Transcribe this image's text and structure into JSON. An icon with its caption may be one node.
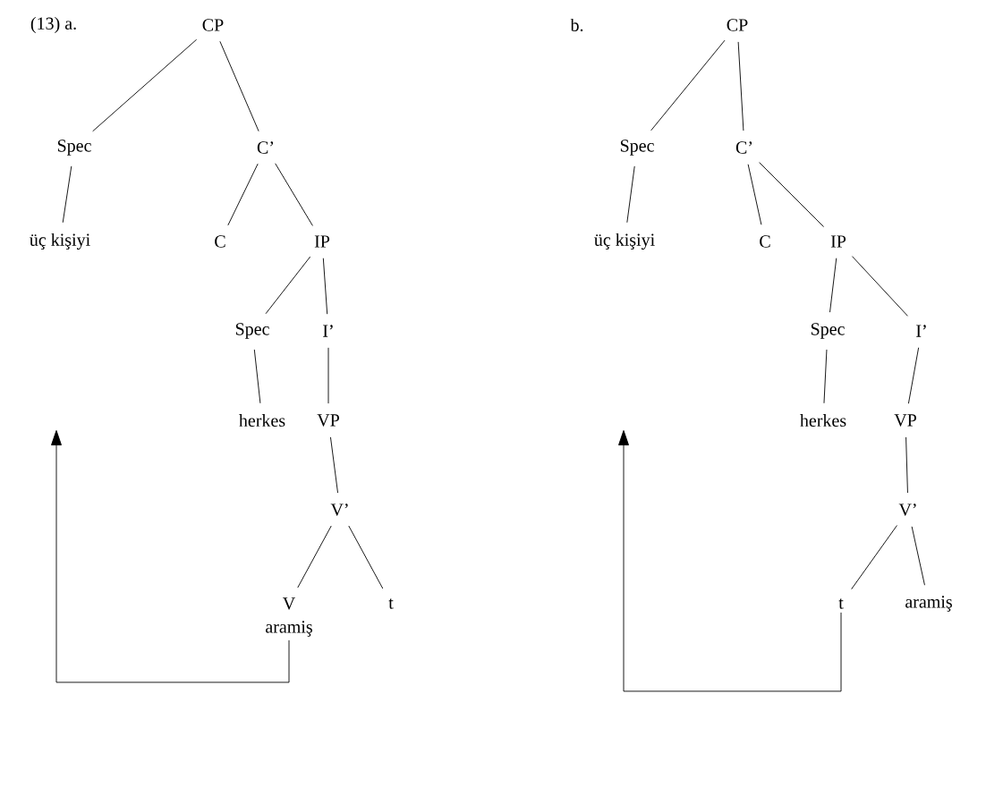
{
  "diagram": {
    "nodes": [
      {
        "text": [
          "CP"
        ]
      },
      {
        "text": [
          "Spec"
        ]
      },
      {
        "text": [
          "C’"
        ]
      },
      {
        "text": [
          "üç kişiyi"
        ]
      },
      {
        "text": [
          "C"
        ]
      },
      {
        "text": [
          "IP"
        ]
      },
      {
        "text": [
          "Spec"
        ]
      },
      {
        "text": [
          "I’"
        ]
      },
      {
        "text": [
          "herkes"
        ]
      },
      {
        "text": [
          "VP"
        ]
      },
      {
        "text": [
          "V’"
        ]
      },
      {
        "text": [
          "V"
        ]
      },
      {
        "text": [
          "t"
        ]
      },
      {
        "text": [
          "aramiş"
        ]
      },
      {
        "text": [
          "CP"
        ]
      },
      {
        "text": [
          "Spec"
        ]
      },
      {
        "text": [
          "C’"
        ]
      },
      {
        "text": [
          "üç kişiyi"
        ]
      },
      {
        "text": [
          "C"
        ]
      },
      {
        "text": [
          "IP"
        ]
      },
      {
        "text": [
          "Spec"
        ]
      },
      {
        "text": [
          "I’"
        ]
      },
      {
        "text": [
          "herkes"
        ]
      },
      {
        "text": [
          "VP"
        ]
      },
      {
        "text": [
          "V’"
        ]
      },
      {
        "text": [
          "t"
        ]
      },
      {
        "text": [
          "aramiş"
        ]
      }
    ],
    "edges": [
      {
        "from": 0,
        "to": 1,
        "arrow": "none"
      },
      {
        "from": 0,
        "to": 2,
        "arrow": "none"
      },
      {
        "from": 1,
        "to": 3,
        "arrow": "none"
      },
      {
        "from": 2,
        "to": 4,
        "arrow": "none"
      },
      {
        "from": 2,
        "to": 5,
        "arrow": "none"
      },
      {
        "from": 5,
        "to": 6,
        "arrow": "none"
      },
      {
        "from": 5,
        "to": 7,
        "arrow": "none"
      },
      {
        "from": 6,
        "to": 8,
        "arrow": "none"
      },
      {
        "from": 7,
        "to": 9,
        "arrow": "none"
      },
      {
        "from": 9,
        "to": 10,
        "arrow": "none"
      },
      {
        "from": 10,
        "to": 11,
        "arrow": "none"
      },
      {
        "from": 10,
        "to": 12,
        "arrow": "none"
      },
      {
        "from": 13,
        "to": null,
        "arrow": "to"
      },
      {
        "from": 14,
        "to": 15,
        "arrow": "none"
      },
      {
        "from": 14,
        "to": 16,
        "arrow": "none"
      },
      {
        "from": 15,
        "to": 17,
        "arrow": "none"
      },
      {
        "from": 16,
        "to": 18,
        "arrow": "none"
      },
      {
        "from": 16,
        "to": 19,
        "arrow": "none"
      },
      {
        "from": 19,
        "to": 20,
        "arrow": "none"
      },
      {
        "from": 19,
        "to": 21,
        "arrow": "none"
      },
      {
        "from": 20,
        "to": 22,
        "arrow": "none"
      },
      {
        "from": 21,
        "to": 23,
        "arrow": "none"
      },
      {
        "from": 23,
        "to": 24,
        "arrow": "none"
      },
      {
        "from": 24,
        "to": 25,
        "arrow": "none"
      },
      {
        "from": 24,
        "to": 26,
        "arrow": "none"
      },
      {
        "from": 25,
        "to": null,
        "arrow": "to"
      }
    ],
    "labels": [
      "(13) a.",
      "b."
    ]
  }
}
